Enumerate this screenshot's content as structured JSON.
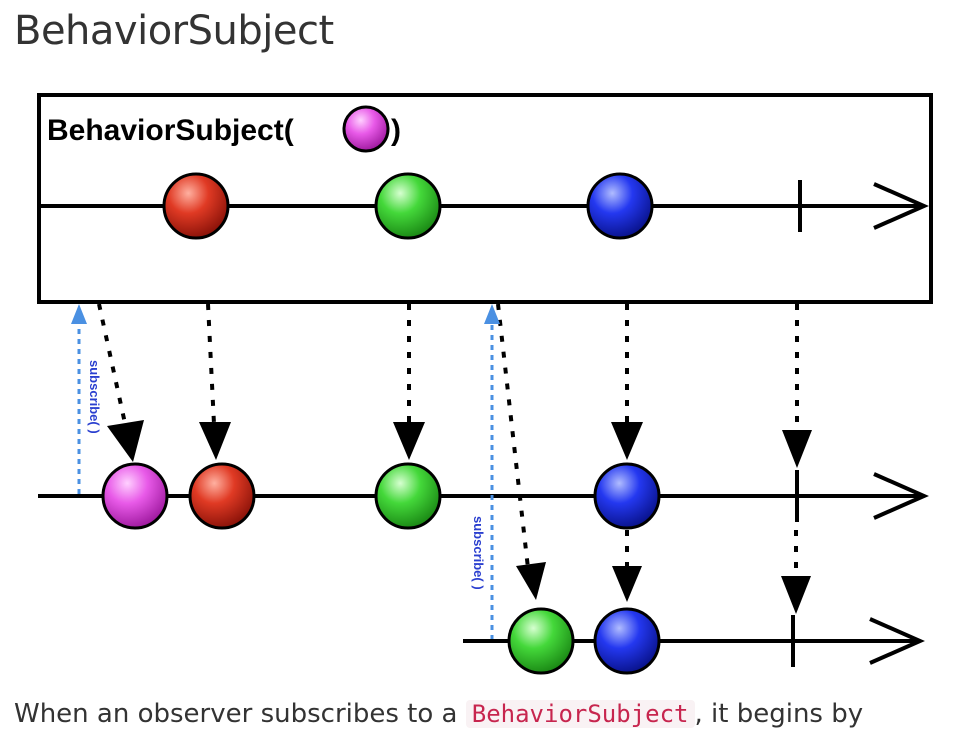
{
  "heading": "BehaviorSubject",
  "diagram": {
    "subject_label": "BehaviorSubject(",
    "subject_label_close": ")",
    "subscribe_label": "subscribe( )",
    "colors": {
      "magenta": "#d83ed8",
      "red": "#cc2a1c",
      "green": "#2ec82a",
      "blue": "#1a2ee0",
      "subscribe": "#4a90e2",
      "line": "#000000"
    }
  },
  "caption": {
    "before": "When an observer subscribes to a",
    "code": "BehaviorSubject",
    "after": ", it begins by"
  }
}
